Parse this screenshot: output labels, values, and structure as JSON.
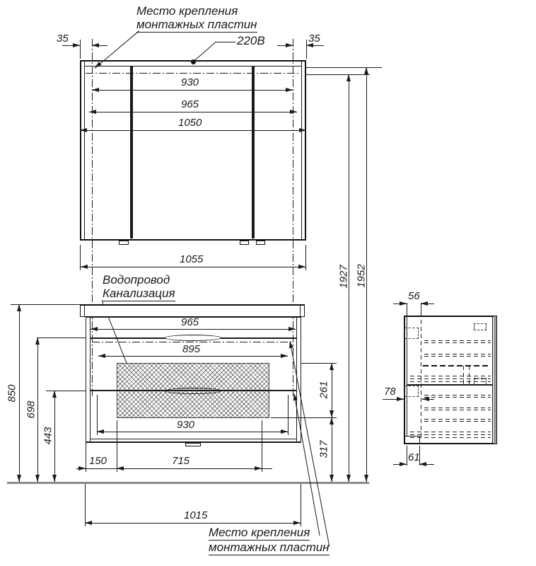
{
  "notes": {
    "mount_top": {
      "line1": "Место крепления",
      "line2": "монтажных пластин"
    },
    "mount_bottom": {
      "line1": "Место крепления",
      "line2": "монтажных пластин"
    },
    "power": "220В",
    "water": "Водопровод",
    "sewer": "Канализация"
  },
  "dims": {
    "d35_left": "35",
    "d35_right": "35",
    "d930_top": "930",
    "d965_top": "965",
    "d1050": "1050",
    "d1055": "1055",
    "d965_mid": "965",
    "d895": "895",
    "d930_bot": "930",
    "d150": "150",
    "d715": "715",
    "d1015": "1015",
    "d850": "850",
    "d698": "698",
    "d443": "443",
    "d261": "261",
    "d317": "317",
    "d1927": "1927",
    "d1952": "1952",
    "d56": "56",
    "d78": "78",
    "d61": "61"
  },
  "colors": {
    "line": "#1a1a1a",
    "floor": "#8a8a8a"
  }
}
